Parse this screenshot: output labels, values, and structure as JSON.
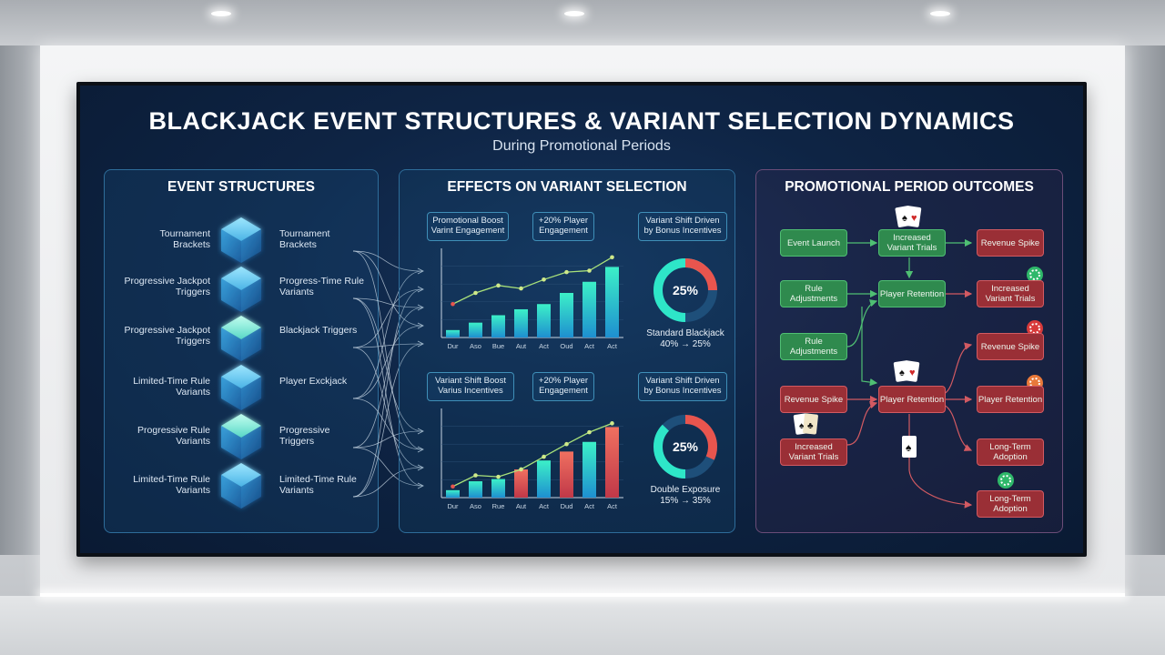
{
  "title": "BLACKJACK EVENT STRUCTURES & VARIANT SELECTION DYNAMICS",
  "subtitle": "During Promotional Periods",
  "panels": {
    "event_structures": {
      "heading": "EVENT STRUCTURES",
      "left_labels": [
        "Tournament Brackets",
        "Progressive Jackpot Triggers",
        "Progressive Jackpot Triggers",
        "Limited-Time Rule Variants",
        "Progressive Rule Variants",
        "Limited-Time Rule Variants"
      ],
      "right_labels": [
        "Tournament Brackets",
        "Progress-Time Rule Variants",
        "Blackjack Triggers",
        "Player Exckjack",
        "Progressive Triggers",
        "Limited-Time Rule Variants"
      ]
    },
    "effects": {
      "heading": "EFFECTS ON VARIANT SELECTION",
      "top_info": [
        "Promotional Boost Varint Engagement",
        "+20% Player Engagement",
        "Variant Shift Driven by Bonus Incentives"
      ],
      "bottom_info": [
        "Variant Shift Boost Varius Incentives",
        "+20% Player Engagement",
        "Variant Shift Driven by Bonus Incentives"
      ],
      "donut_top": {
        "value": "25%",
        "label": "Standard Blackjack",
        "change": "40% → 25%"
      },
      "donut_bottom": {
        "value": "25%",
        "label": "Double Exposure",
        "change": "15% → 35%"
      }
    },
    "outcomes": {
      "heading": "PROMOTIONAL PERIOD OUTCOMES",
      "nodes": {
        "event_launch": "Event Launch",
        "increased_trials_top": "Increased Variant Trials",
        "revenue_spike_top": "Revenue Spike",
        "rule_adj_1": "Rule Adjustments",
        "player_retention_green": "Player Retention",
        "increased_trials_right": "Increased Variant Trials",
        "rule_adj_2": "Rule Adjustments",
        "revenue_spike_right": "Revenue Spike",
        "revenue_spike_left": "Revenue Spike",
        "player_retention_red": "Player Retention",
        "player_retention_right": "Player Retention",
        "increased_trials_bottom": "Increased Variant Trials",
        "long_term_1": "Long-Term Adoption",
        "long_term_2": "Long-Term Adoption"
      }
    }
  },
  "chart_data": [
    {
      "type": "bar",
      "categories": [
        "Dur",
        "Aso",
        "Bue",
        "Aut",
        "Act",
        "Oud",
        "Act",
        "Act"
      ],
      "values": [
        10,
        20,
        30,
        38,
        45,
        60,
        75,
        95
      ],
      "line": [
        45,
        60,
        70,
        66,
        78,
        88,
        90,
        108
      ],
      "ylim": [
        0,
        120
      ]
    },
    {
      "type": "bar",
      "categories": [
        "Dur",
        "Aso",
        "Rue",
        "Aut",
        "Act",
        "Dud",
        "Act",
        "Act"
      ],
      "values": [
        10,
        22,
        25,
        38,
        50,
        62,
        75,
        95
      ],
      "line": [
        15,
        30,
        28,
        38,
        55,
        72,
        88,
        100
      ],
      "ylim": [
        0,
        120
      ]
    }
  ],
  "colors": {
    "accent": "#2ee6c8",
    "red": "#e8554e",
    "green": "#2f8a4e",
    "node_red": "#9a2f36"
  }
}
